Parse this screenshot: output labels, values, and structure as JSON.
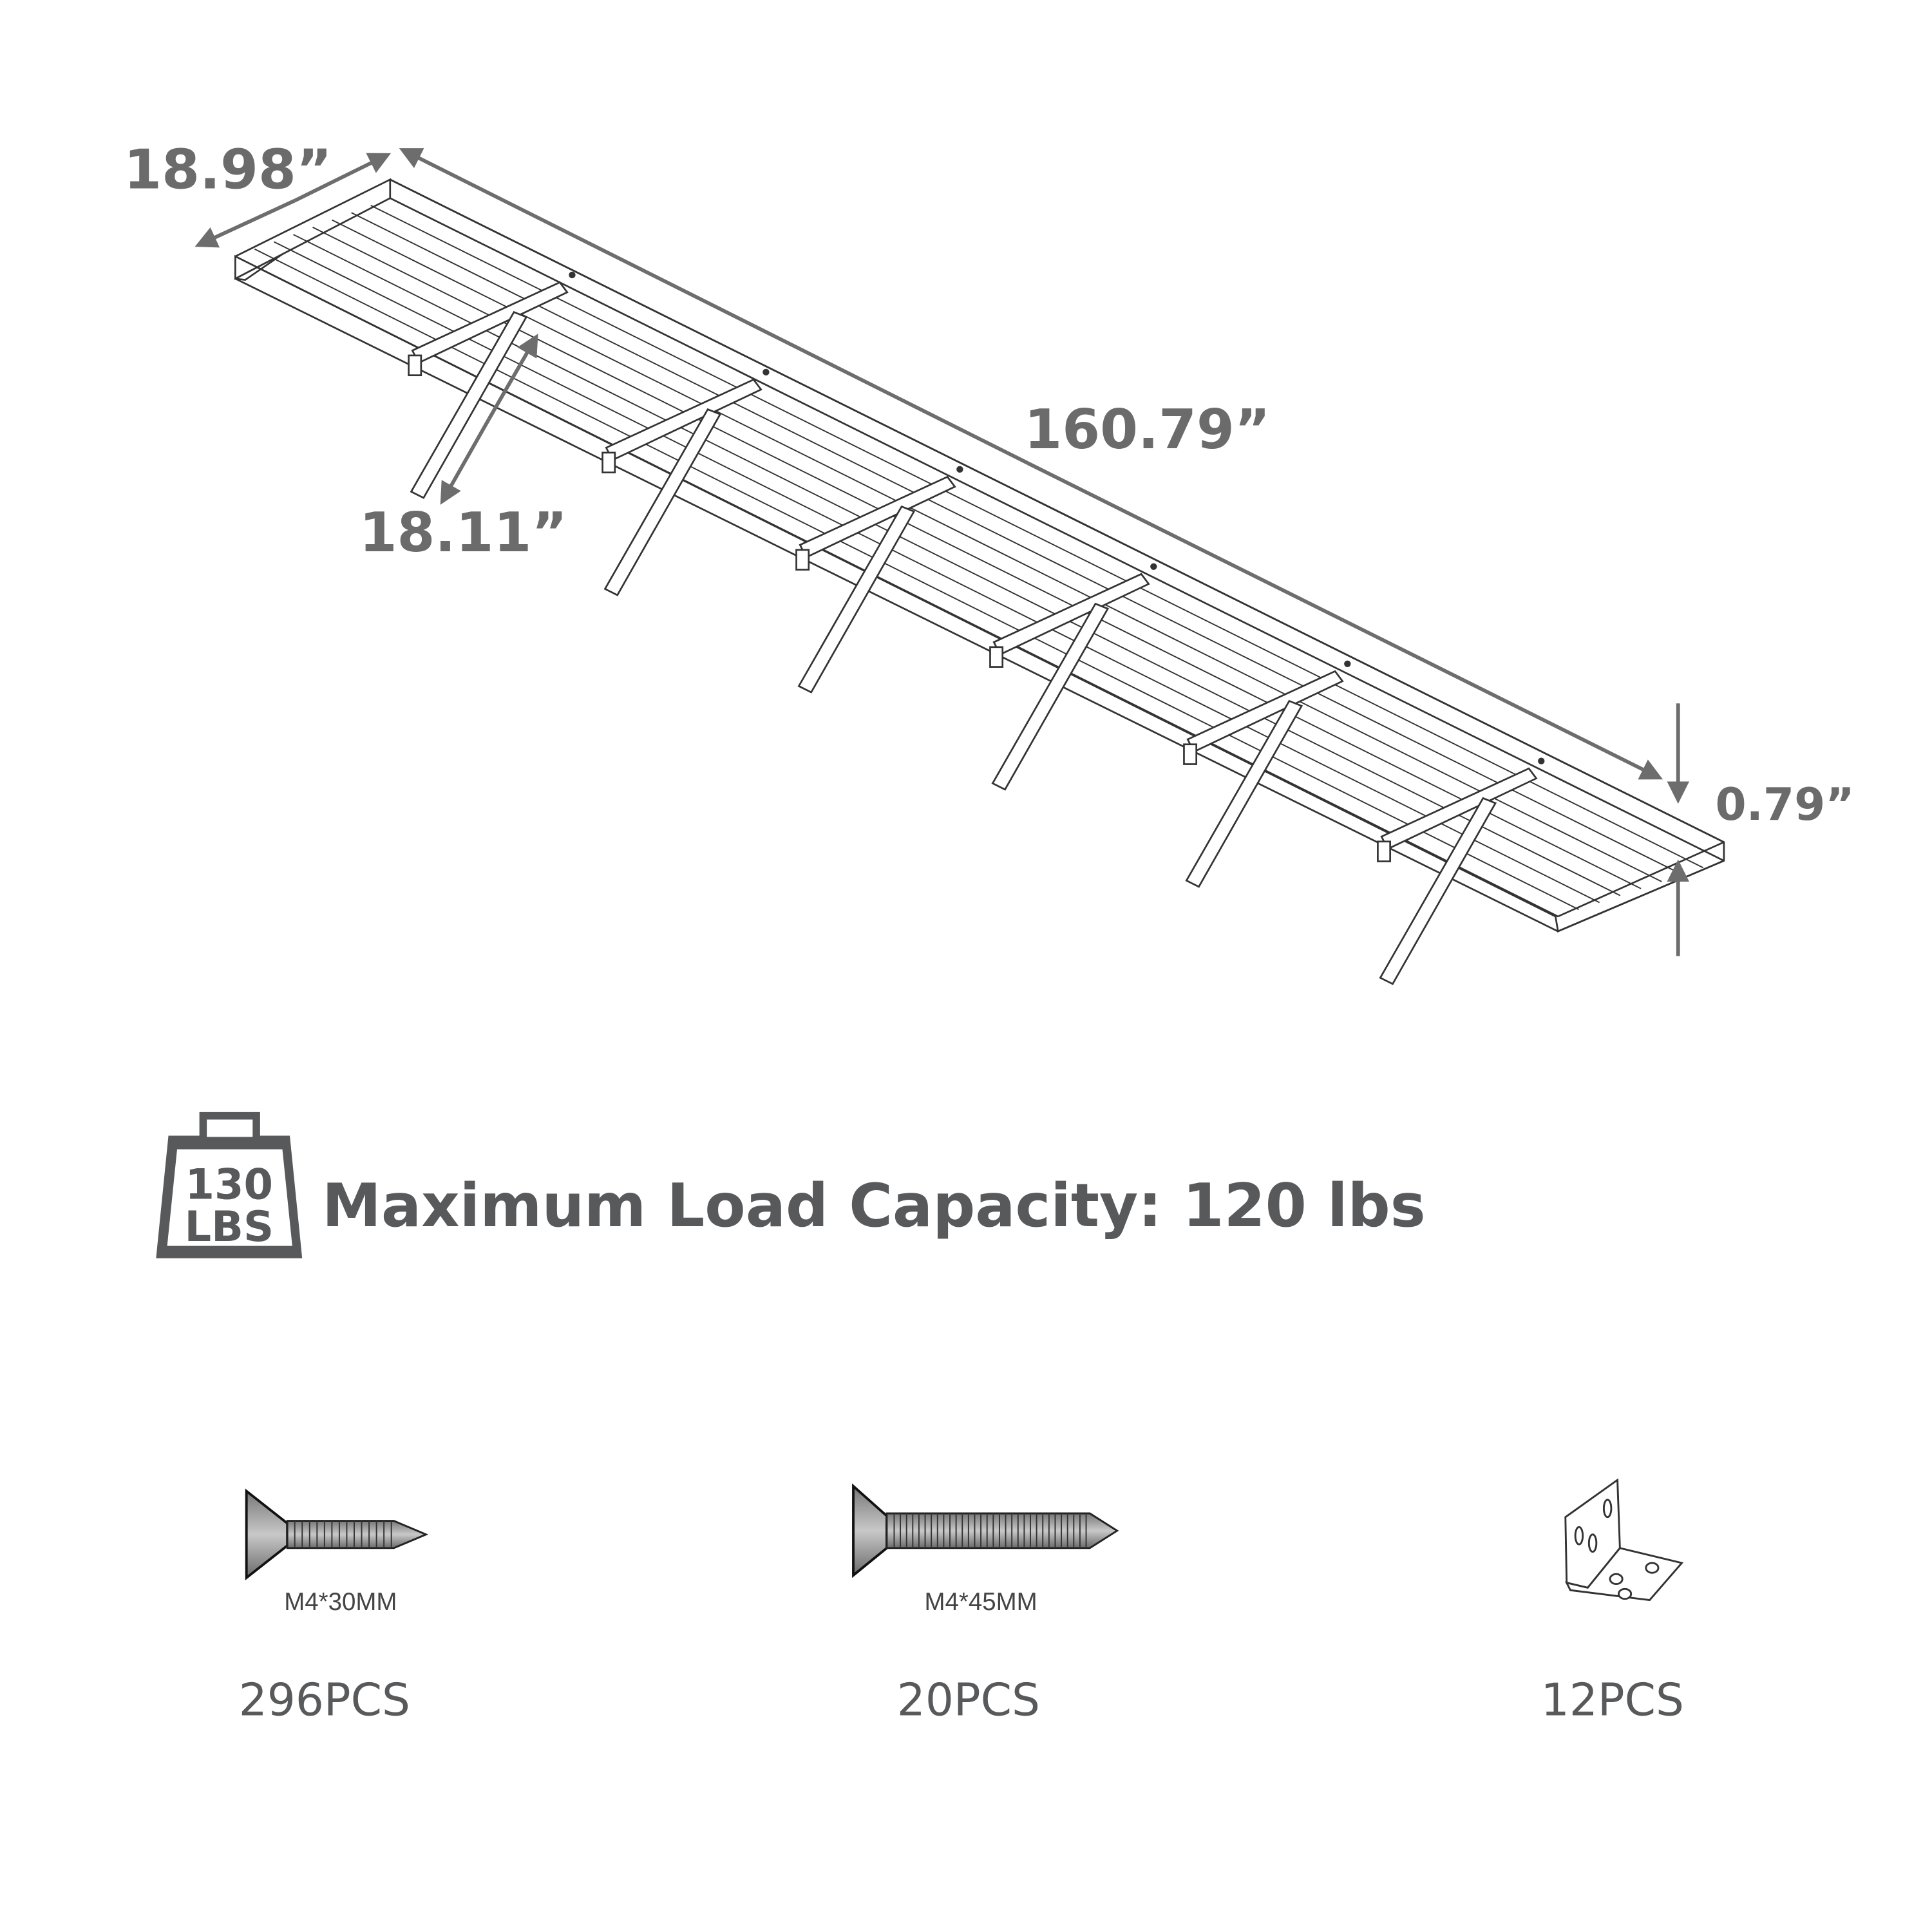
{
  "dimensions": {
    "depth": "18.98”",
    "length": "160.79”",
    "bracket": "18.11”",
    "thickness": "0.79”"
  },
  "load": {
    "icon_top": "130",
    "icon_bottom": "LBS",
    "text": "Maximum Load Capacity: 120 lbs"
  },
  "hardware": [
    {
      "icon": "screw-short-icon",
      "spec": "M4*30MM",
      "count": "296PCS"
    },
    {
      "icon": "screw-long-icon",
      "spec": "M4*45MM",
      "count": "20PCS"
    },
    {
      "icon": "angle-bracket-icon",
      "spec": "",
      "count": "12PCS"
    }
  ],
  "colors": {
    "text": "#58595b",
    "arrow": "#6d6d6d",
    "line": "#333333"
  }
}
